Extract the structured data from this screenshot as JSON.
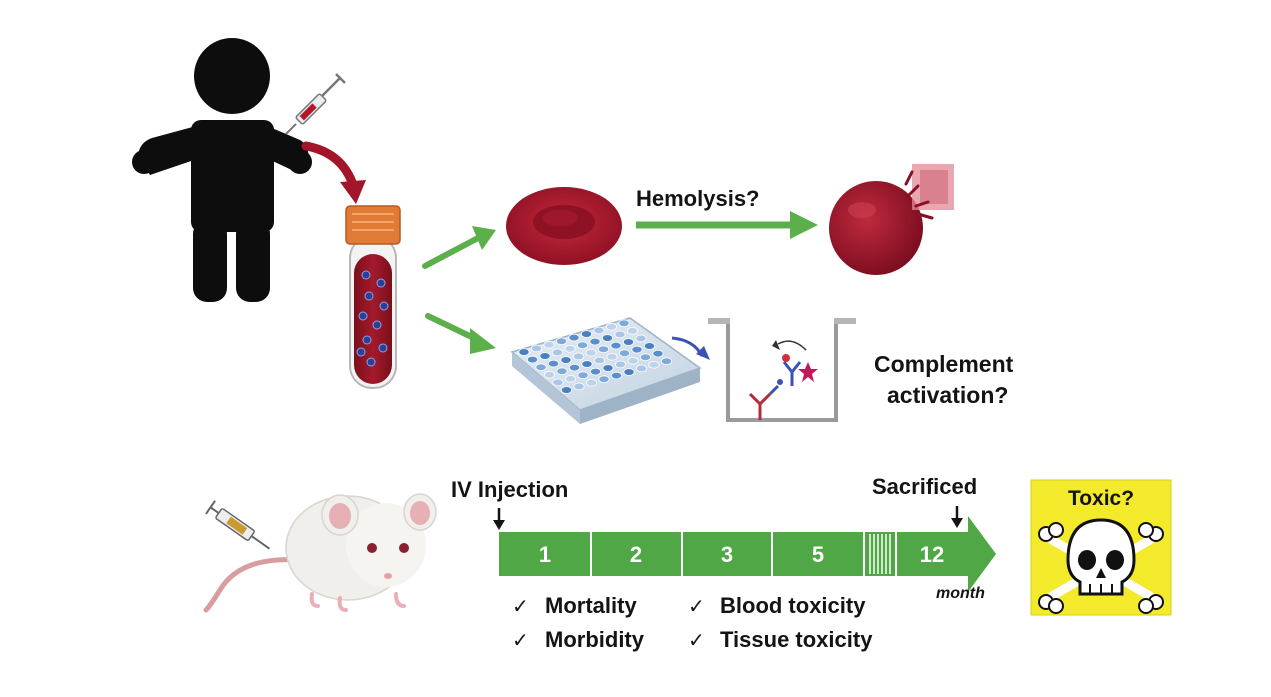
{
  "labels": {
    "hemolysis": "Hemolysis?",
    "complement_line1": "Complement",
    "complement_line2": "activation?",
    "iv_injection": "IV Injection",
    "sacrificed": "Sacrificed",
    "toxic": "Toxic?",
    "month": "month"
  },
  "timeline": {
    "steps": [
      "1",
      "2",
      "3",
      "5",
      "12"
    ]
  },
  "checks": {
    "mark": "✓",
    "items": [
      "Mortality",
      "Morbidity",
      "Blood toxicity",
      "Tissue toxicity"
    ]
  },
  "colors": {
    "arrow_green": "#5bb04b",
    "timeline_green": "#4fa845",
    "blood_red": "#a3162a",
    "toxic_yellow": "#f2ea2a",
    "tube_cap": "#e07b35"
  },
  "icons": {
    "person": "person-icon",
    "syringe": "syringe-icon",
    "tube": "blood-tube-icon",
    "rbc": "red-blood-cell-icon",
    "lysed_rbc": "lysed-cell-icon",
    "plate": "well-plate-icon",
    "assay": "elisa-well-icon",
    "mouse": "mouse-icon",
    "skull": "skull-crossbones-icon"
  }
}
